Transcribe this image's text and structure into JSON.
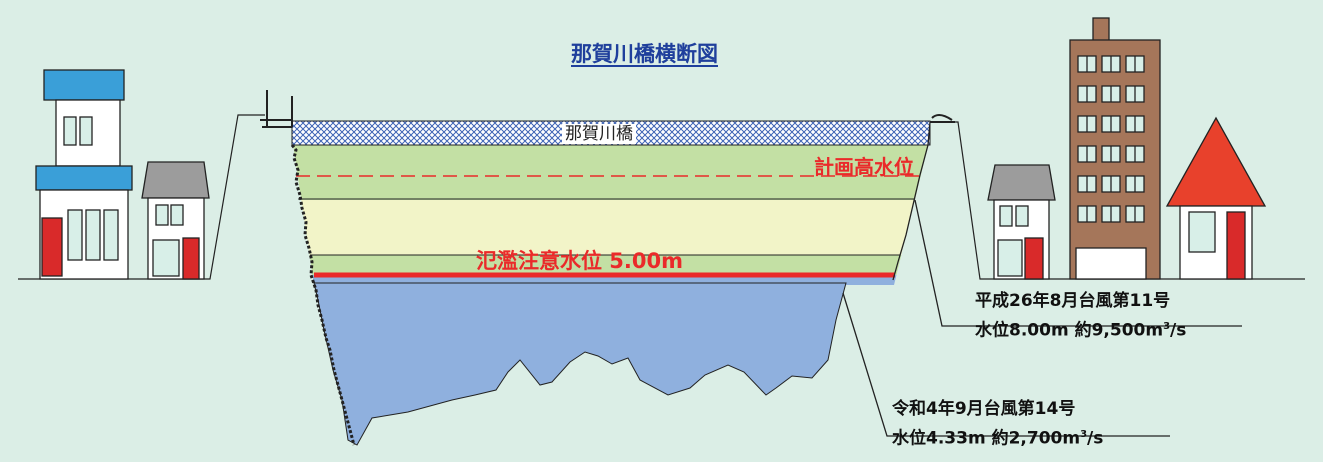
{
  "title": "那賀川橋横断図",
  "bridge_label": "那賀川橋",
  "levels": {
    "plan_high_water": "計画高水位",
    "flood_caution": "氾濫注意水位 5.00m"
  },
  "events": [
    {
      "line1": "平成26年8月台風第11号",
      "level_text": "水位8.00m 約9,500m",
      "unit_exp": "3",
      "unit_tail": "/s"
    },
    {
      "line1": "令和4年9月台風第14号",
      "level_text": "水位4.33m 約2,700m",
      "unit_exp": "3",
      "unit_tail": "/s"
    }
  ],
  "colors": {
    "background": "#dbeee6",
    "water": "#8fb0de",
    "band_green": "#c3e0a4",
    "band_yellow": "#f2f4c8",
    "caution_line": "#ea2a2a",
    "title": "#1f3f9c",
    "house_blue": "#3a9fd8",
    "roof_gray": "#9c9c9c",
    "roof_red": "#e8412c",
    "building_brown": "#a5765a",
    "door_red": "#d92a2a"
  }
}
